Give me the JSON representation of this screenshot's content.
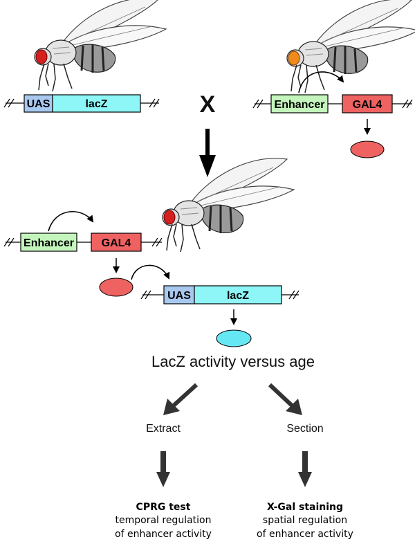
{
  "constructs": {
    "uas": "UAS",
    "lacz": "lacZ",
    "enhancer": "Enhancer",
    "gal4": "GAL4"
  },
  "cross_symbol": "X",
  "caption": "LacZ activity versus age",
  "branches": {
    "left": {
      "label": "Extract",
      "result_title": "CPRG test",
      "result_line1": "temporal regulation",
      "result_line2": "of enhancer activity"
    },
    "right": {
      "label": "Section",
      "result_title": "X-Gal staining",
      "result_line1": "spatial regulation",
      "result_line2": "of enhancer activity"
    }
  },
  "colors": {
    "uas": "#a9c8f0",
    "lacz": "#8ef6f6",
    "enhancer": "#c4f5bc",
    "gal4": "#ee6262",
    "gal4_protein": "#ee6262",
    "lacz_protein": "#66e8f4",
    "eye_red": "#d62020",
    "eye_orange": "#f08a1a"
  }
}
